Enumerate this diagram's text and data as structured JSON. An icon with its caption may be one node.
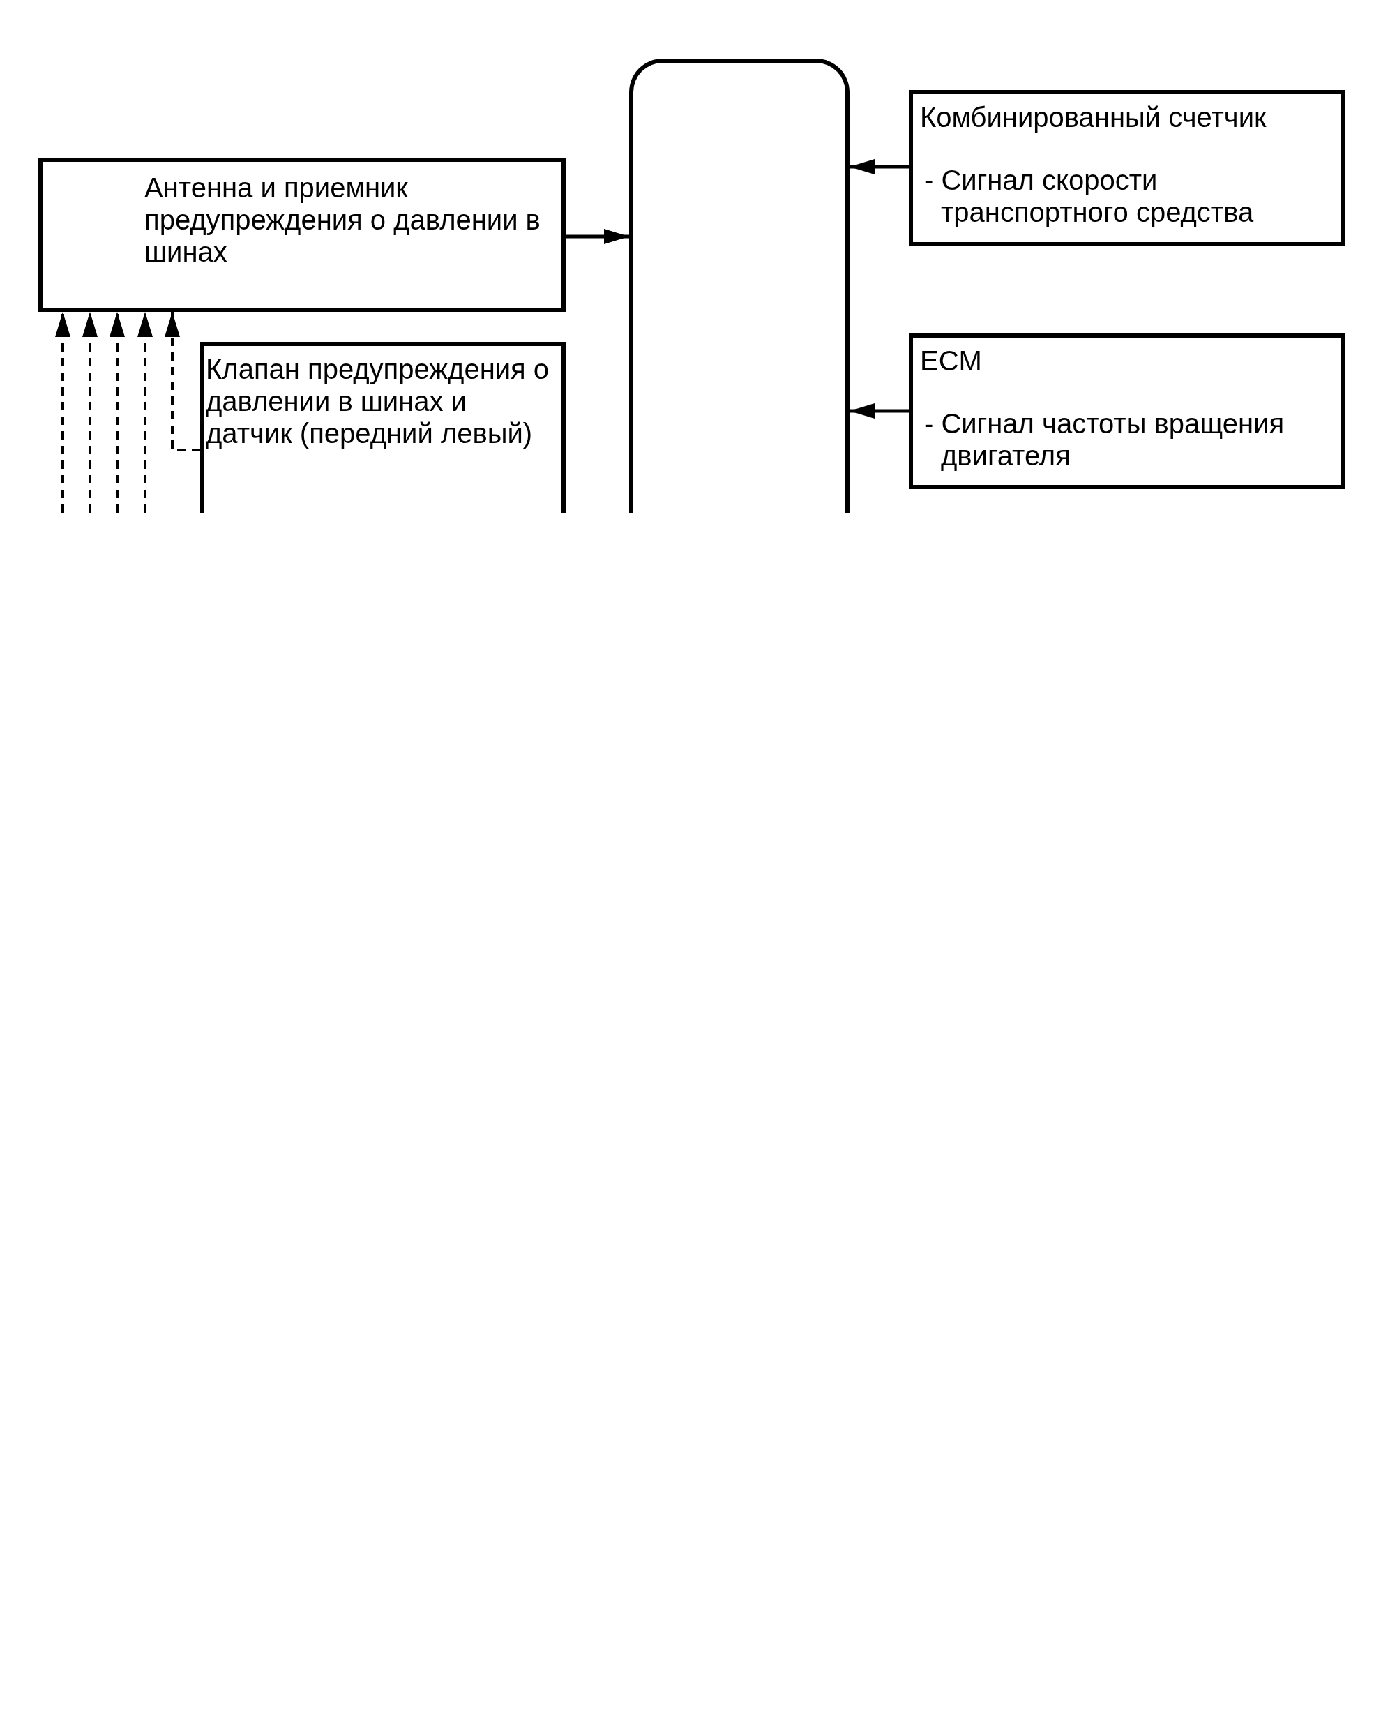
{
  "diagram": {
    "nodes": [
      {
        "text": [
          "Антенна и приемник предупреждения о давлении в шинах"
        ]
      },
      {
        "text": [],
        "shape": "bar"
      },
      {
        "text": [
          "Комбинированный счетчик",
          "- Сигнал скорости транспортного средства"
        ]
      },
      {
        "text": [
          "Клапан предупреждения о давлении в шинах и датчик (передний левый)"
        ]
      },
      {
        "text": [
          "ECM",
          "- Сигнал частоты вращения двигателя"
        ]
      }
    ],
    "edges": [
      {
        "from": 0,
        "to": 1,
        "arrow": "to"
      },
      {
        "from": 2,
        "to": 1,
        "arrow": "to"
      },
      {
        "from": 4,
        "to": 1,
        "arrow": "to"
      },
      {
        "from": 3,
        "to": 0,
        "arrow": "to",
        "style": "dashed"
      },
      {
        "from": null,
        "to": 0,
        "arrow": "to",
        "style": "dashed"
      },
      {
        "from": null,
        "to": 0,
        "arrow": "to",
        "style": "dashed"
      },
      {
        "from": null,
        "to": 0,
        "arrow": "to",
        "style": "dashed"
      },
      {
        "from": null,
        "to": 0,
        "arrow": "to",
        "style": "dashed"
      }
    ]
  }
}
